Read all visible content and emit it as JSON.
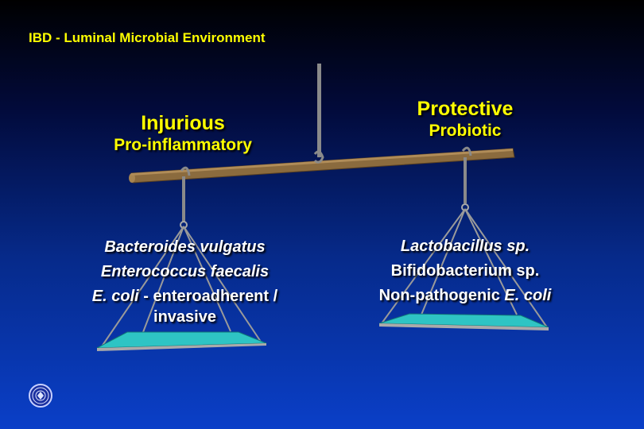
{
  "title": "IBD - Luminal Microbial Environment",
  "left": {
    "heading": "Injurious",
    "subheading": "Pro-inflammatory",
    "items": [
      {
        "italic": "Bacteroides vulgatus",
        "plain": ""
      },
      {
        "italic": "Enterococcus faecalis",
        "plain": ""
      },
      {
        "italic": "E. coli",
        "plain": " - enteroadherent /",
        "continuation": "invasive"
      }
    ]
  },
  "right": {
    "heading": "Protective",
    "subheading": "Probiotic",
    "items": [
      {
        "italic": "Lactobacillus sp.",
        "plain": ""
      },
      {
        "italic": "",
        "plain": "Bifidobacterium sp."
      },
      {
        "italic": "E. coli",
        "plain": "Non-pathogenic "
      }
    ]
  },
  "colors": {
    "heading": "#ffff00",
    "text": "#ffffff",
    "beam": "#8b6b3e",
    "pan": "#2ec4c4"
  },
  "icons": {
    "logo": "university-seal-icon"
  }
}
